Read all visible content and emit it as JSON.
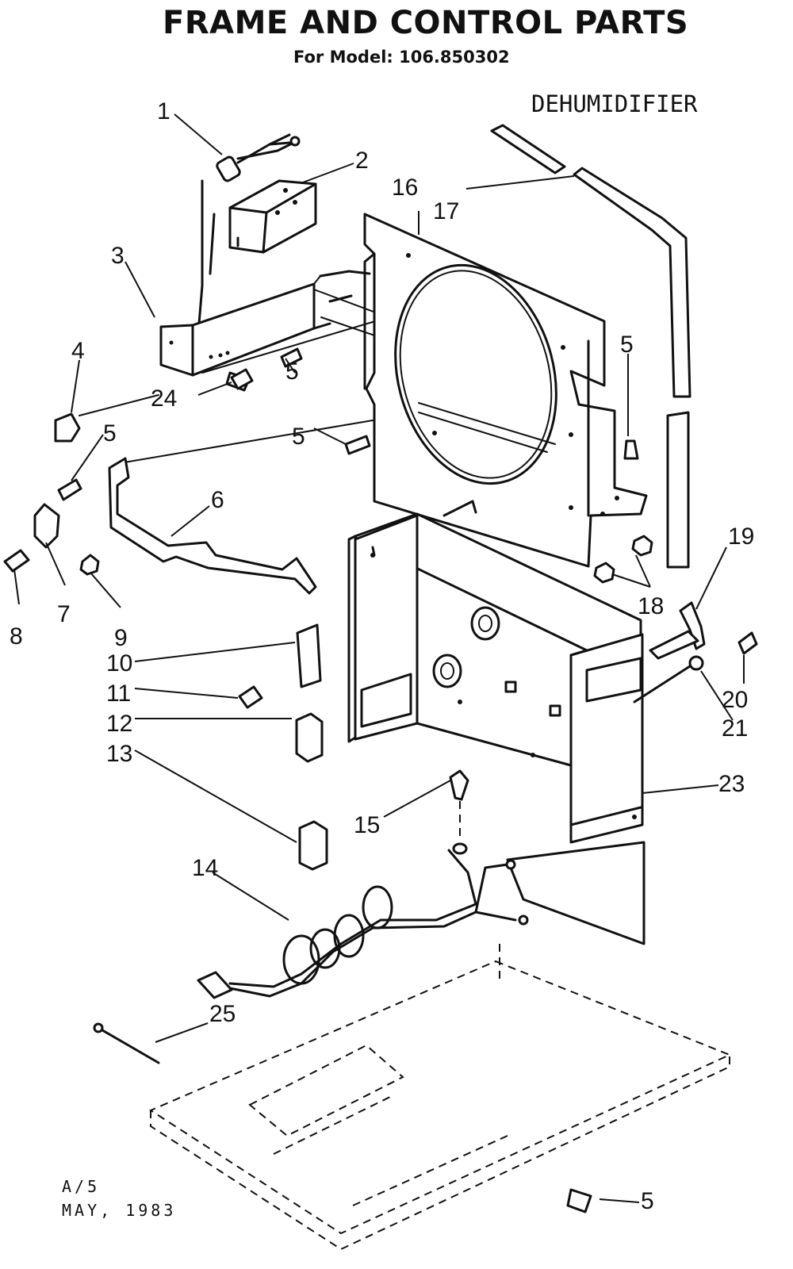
{
  "header": {
    "title": "FRAME AND CONTROL PARTS",
    "model_line": "For Model: 106.850302",
    "product": "DEHUMIDIFIER"
  },
  "callouts": {
    "c1": "1",
    "c2": "2",
    "c3": "3",
    "c4": "4",
    "c5a": "5",
    "c5b": "5",
    "c5c": "5",
    "c5d": "5",
    "c5e": "5",
    "c6": "6",
    "c7": "7",
    "c8": "8",
    "c9": "9",
    "c10": "10",
    "c11": "11",
    "c12": "12",
    "c13": "13",
    "c14": "14",
    "c15": "15",
    "c16": "16",
    "c17": "17",
    "c18": "18",
    "c19": "19",
    "c20": "20",
    "c21": "21",
    "c23": "23",
    "c24": "24",
    "c25": "25"
  },
  "footer": {
    "code": "A/5",
    "date": "MAY, 1983"
  }
}
